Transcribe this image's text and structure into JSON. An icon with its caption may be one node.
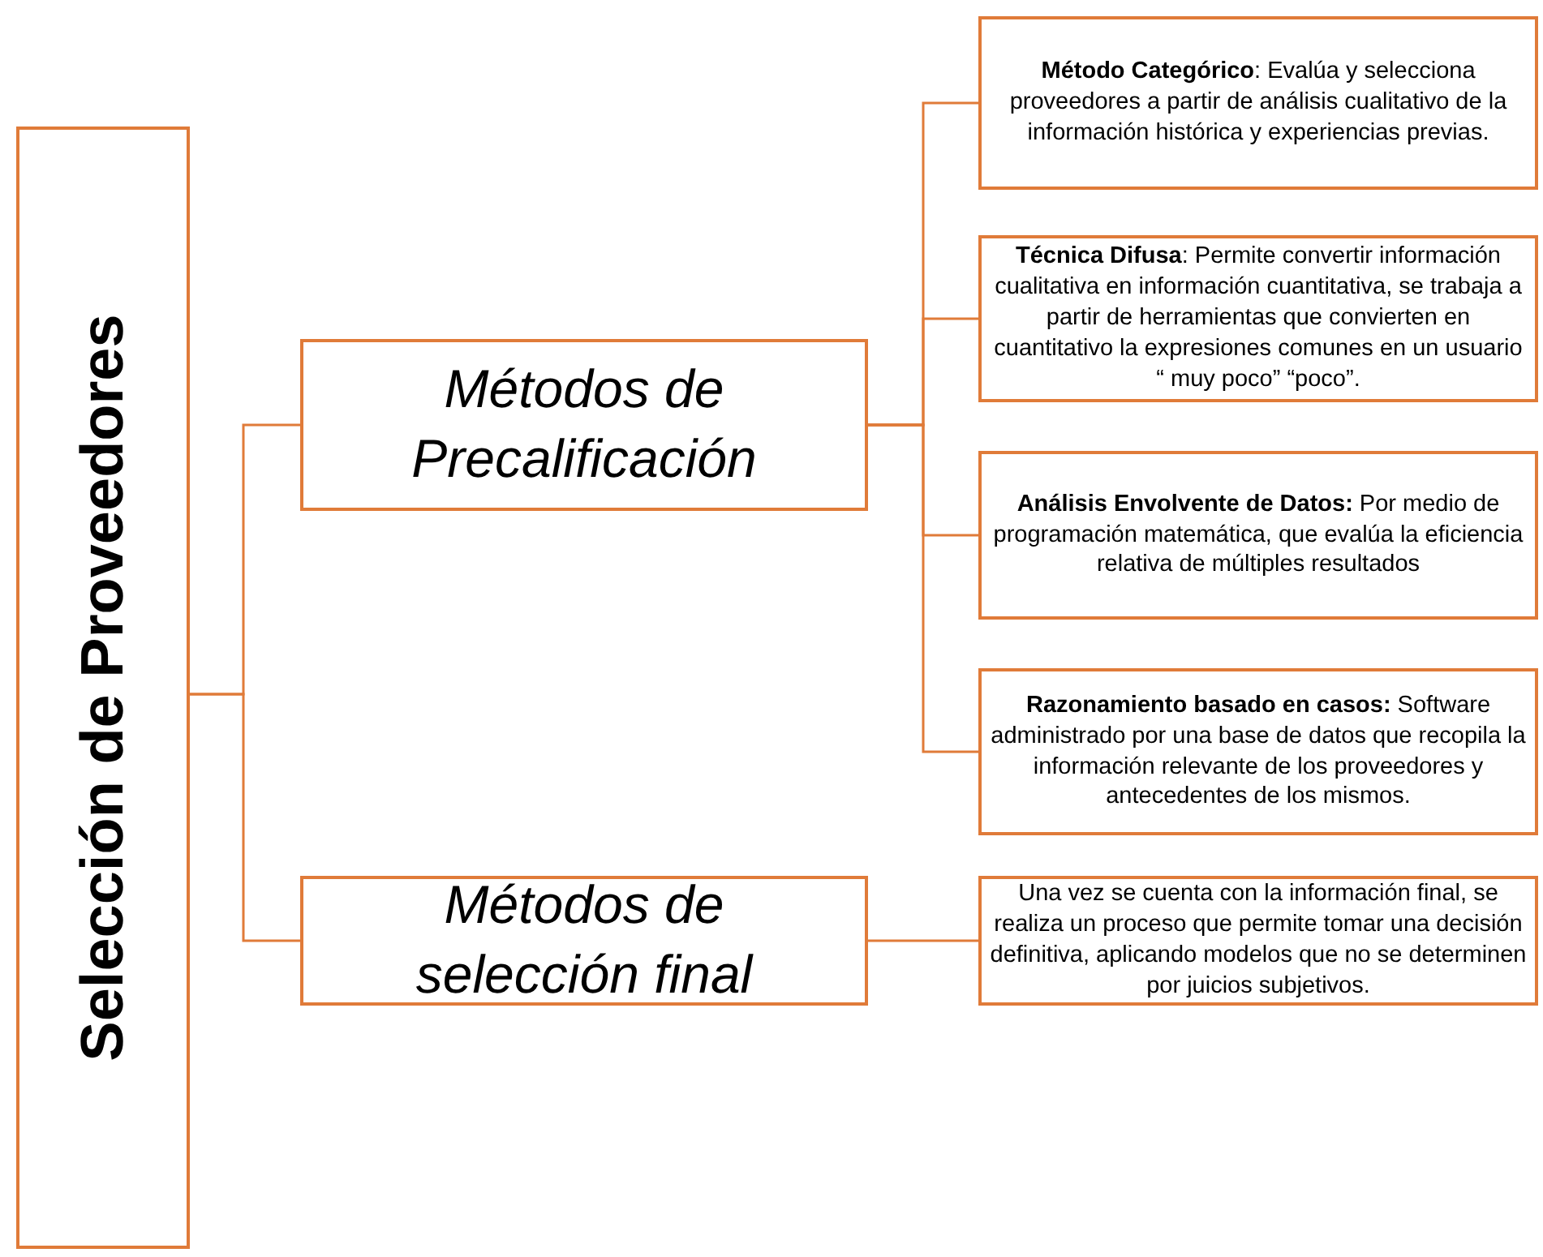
{
  "diagram": {
    "nodes": [
      {
        "text": [
          "Selección de Proveedores"
        ]
      },
      {
        "text": [
          "Métodos de Precalificación"
        ]
      },
      {
        "text": [
          "Métodos de selección final"
        ]
      },
      {
        "text": [
          "**Método Categórico**: Evalúa y selecciona proveedores a partir de análisis cualitativo de la información histórica y experiencias previas."
        ]
      },
      {
        "text": [
          "**Técnica Difusa**: Permite convertir información cualitativa en información cuantitativa, se trabaja a partir de herramientas que convierten en cuantitativo la expresiones comunes en un usuario “ muy poco”  “poco”."
        ]
      },
      {
        "text": [
          "**Análisis Envolvente de Datos:** Por medio de programación matemática, que evalúa la eficiencia relativa de múltiples  resultados"
        ]
      },
      {
        "text": [
          "**Razonamiento basado en casos:** Software administrado por una base de datos que recopila la información relevante de los proveedores y antecedentes de los mismos."
        ]
      },
      {
        "text": [
          "Una vez se cuenta con la información final, se realiza un proceso que permite tomar una decisión definitiva, aplicando modelos que no se determinen por juicios subjetivos."
        ]
      }
    ],
    "edges": [
      {
        "from": 0,
        "to": 1,
        "arrow": "none"
      },
      {
        "from": 0,
        "to": 2,
        "arrow": "none"
      },
      {
        "from": 1,
        "to": 3,
        "arrow": "none"
      },
      {
        "from": 1,
        "to": 4,
        "arrow": "none"
      },
      {
        "from": 1,
        "to": 5,
        "arrow": "none"
      },
      {
        "from": 1,
        "to": 6,
        "arrow": "none"
      },
      {
        "from": 2,
        "to": 7,
        "arrow": "none"
      }
    ]
  }
}
